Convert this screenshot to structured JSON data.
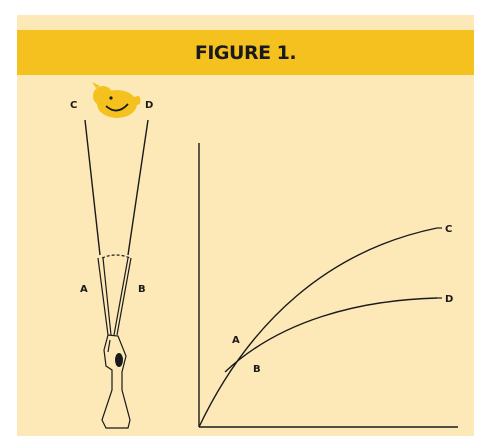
{
  "figure": {
    "title": "FIGURE 1.",
    "colors": {
      "panel_background": "#fde9b8",
      "banner": "#f4c11f",
      "bird": "#f4c11f",
      "ink": "#1a1a1a"
    },
    "left_illustration": {
      "bird": "bird-icon",
      "gun": "shotgun-icon",
      "line_labels": {
        "c": "C",
        "d": "D"
      },
      "barrel_labels": {
        "a": "A",
        "b": "B"
      }
    },
    "graph": {
      "curve_labels": {
        "c": "C",
        "d": "D"
      },
      "point_labels": {
        "a": "A",
        "b": "B"
      }
    }
  }
}
